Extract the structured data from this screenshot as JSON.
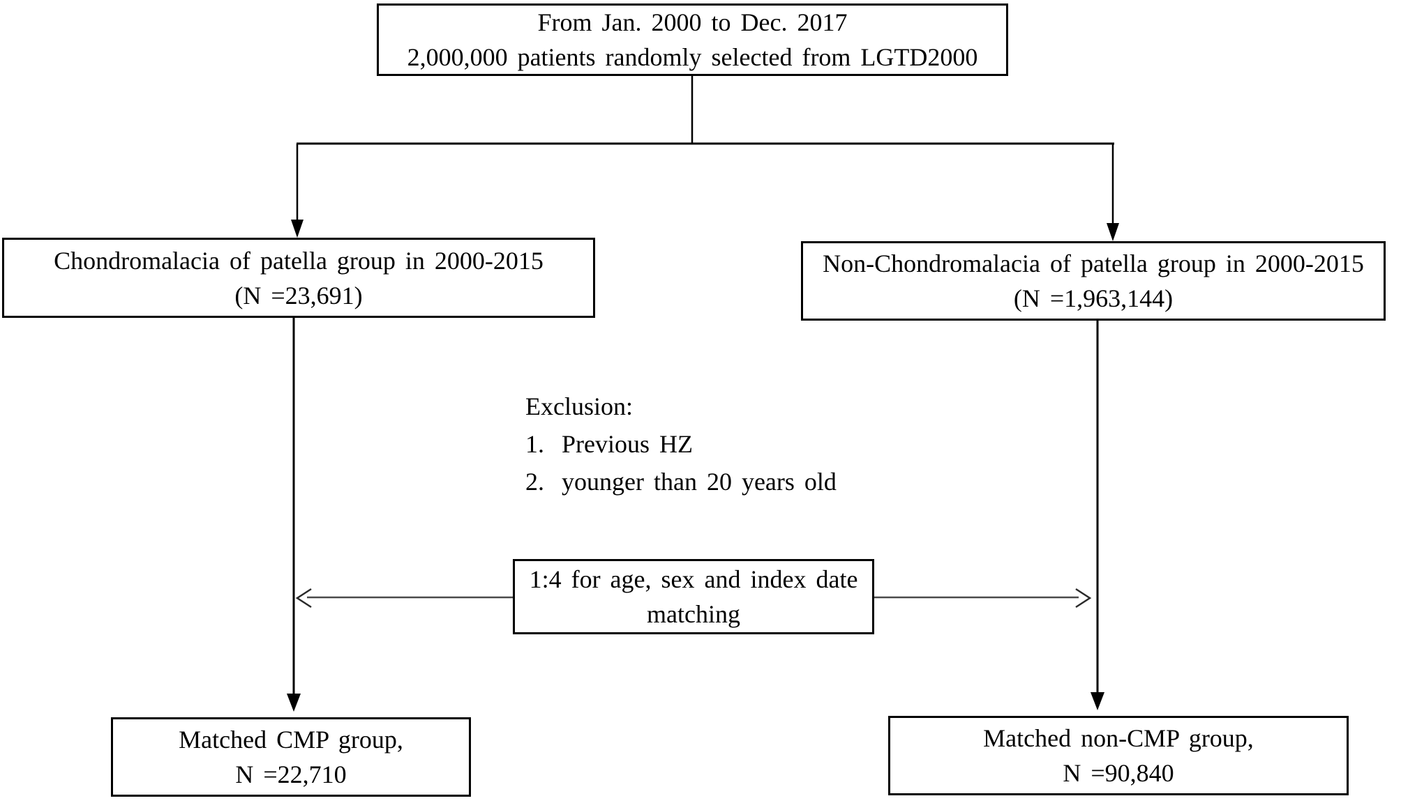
{
  "diagram": {
    "type": "flowchart",
    "title_context": "patient selection flowchart",
    "colors": {
      "background": "#ffffff",
      "box_border": "#000000",
      "text": "#000000",
      "connector_line": "#000000",
      "matching_arrow_line": "#4a4a4a"
    },
    "nodes": {
      "source": {
        "line1": "From Jan. 2000 to Dec. 2017",
        "line2": "2,000,000 patients randomly selected from LGTD2000"
      },
      "cmp_group": {
        "line1": "Chondromalacia of patella group in 2000-2015",
        "line2": "(N =23,691)"
      },
      "non_cmp_group": {
        "line1": "Non-Chondromalacia of patella  group in 2000-2015",
        "line2": "(N =1,963,144)"
      },
      "exclusion": {
        "title": "Exclusion:",
        "items": [
          {
            "num": "1.",
            "text": "Previous HZ"
          },
          {
            "num": "2.",
            "text": "younger than 20 years old"
          }
        ]
      },
      "matching": {
        "line1": "1:4 for age, sex and index date",
        "line2": "matching"
      },
      "matched_cmp": {
        "line1": "Matched CMP group,",
        "line2": "N =22,710"
      },
      "matched_non_cmp": {
        "line1": "Matched non-CMP group,",
        "line2": "N =90,840"
      }
    }
  }
}
